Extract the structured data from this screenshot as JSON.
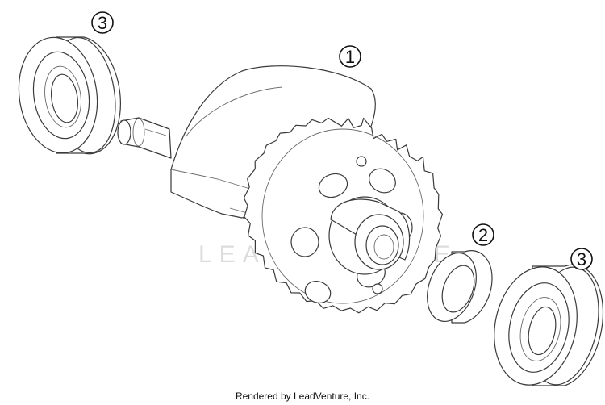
{
  "diagram": {
    "callouts": {
      "crankshaft": "1",
      "spacer_washer": "2",
      "bearing_left": "3",
      "bearing_right": "3"
    },
    "watermark": "LEADVENTURE",
    "footer": "Rendered by LeadVenture, Inc."
  }
}
